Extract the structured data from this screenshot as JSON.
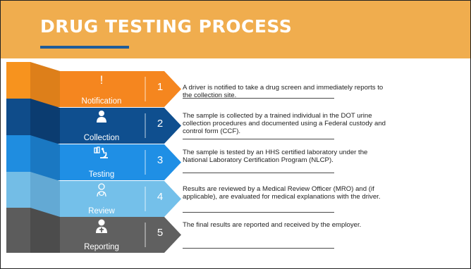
{
  "title": "DRUG TESTING PROCESS",
  "steps": [
    {
      "label": "Notification",
      "number": "1",
      "icon": "exclamation-icon",
      "description": "A driver is notified to take a drug screen and immediately reports to the collection site.",
      "colors": {
        "back": "#f7931e",
        "side": "#dd7f1a",
        "band": "#f5861f"
      }
    },
    {
      "label": "Collection",
      "number": "2",
      "icon": "person-icon",
      "description": "The sample is collected by a trained individual in the DOT urine collection procedures and documented using a Federal custody and control form (CCF).",
      "colors": {
        "back": "#0f4c8a",
        "side": "#0b3c70",
        "band": "#0f4f8f"
      }
    },
    {
      "label": "Testing",
      "number": "3",
      "icon": "microscope-icon",
      "description": "The sample is tested by an HHS certified laboratory under the National Laboratory Certification Program (NLCP).",
      "colors": {
        "back": "#1f8de0",
        "side": "#1a78c2",
        "band": "#1f8fe5"
      }
    },
    {
      "label": "Review",
      "number": "4",
      "icon": "stethoscope-icon",
      "description": "Results are reviewed by a Medical Review Officer (MRO) and (if applicable), are evaluated for medical explanations with the driver.",
      "colors": {
        "back": "#73bde6",
        "side": "#63a9d4",
        "band": "#74c0ea"
      }
    },
    {
      "label": "Reporting",
      "number": "5",
      "icon": "doctor-icon",
      "description": "The final results are reported and received by the employer.",
      "colors": {
        "back": "#5c5c5c",
        "side": "#4c4c4c",
        "band": "#606060"
      }
    }
  ]
}
